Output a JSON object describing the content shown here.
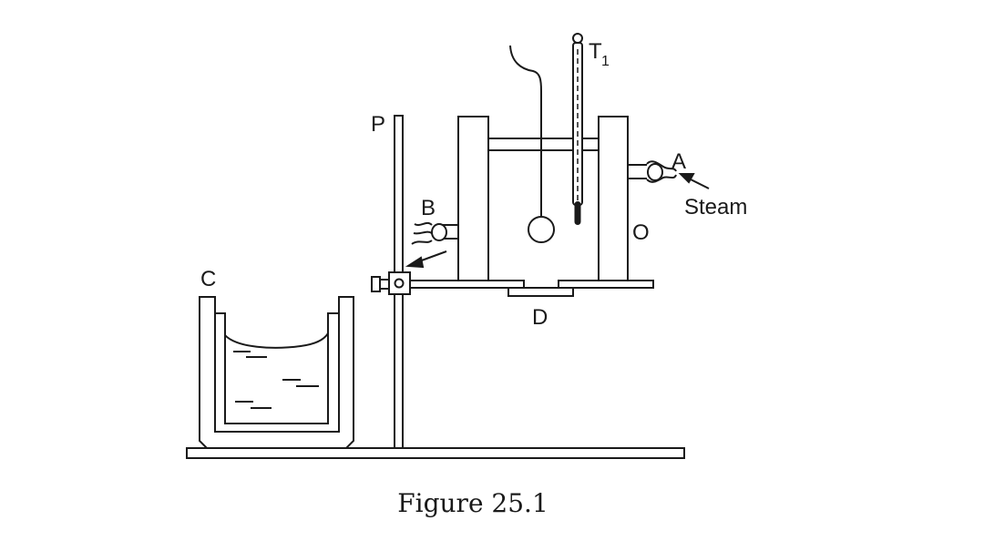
{
  "labels": {
    "P": "P",
    "T": "T",
    "T_sub": "1",
    "A": "A",
    "steam": "Steam",
    "B": "B",
    "O": "O",
    "C": "C",
    "D": "D"
  },
  "caption": "Figure 25.1",
  "colors": {
    "stroke": "#1a1a1a",
    "fill": "#ffffff",
    "mercury": "#1a1a1a"
  }
}
